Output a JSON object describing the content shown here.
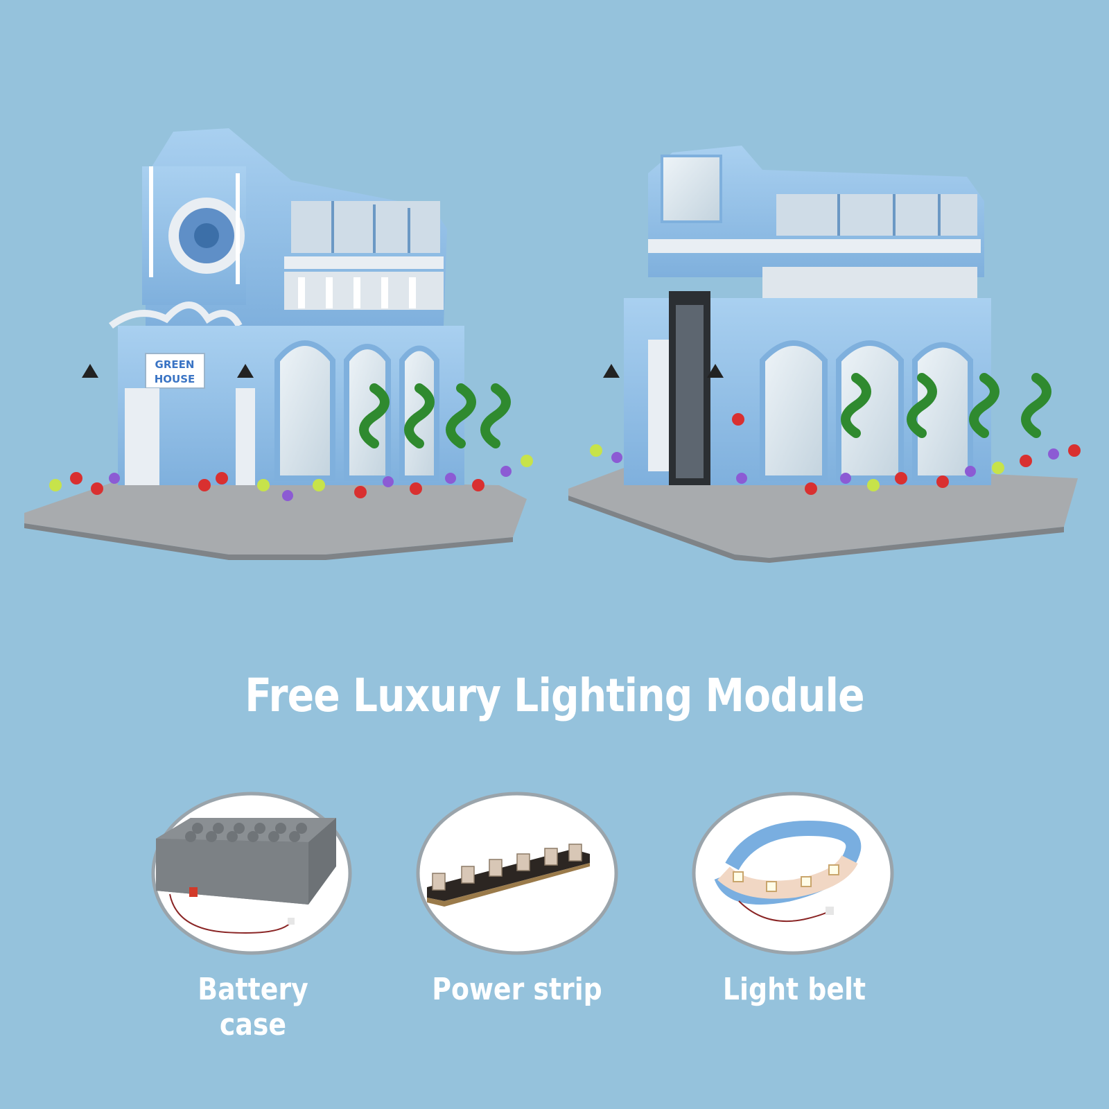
{
  "sign": {
    "line1": "GREEN",
    "line2": "HOUSE"
  },
  "headline": "Free Luxury Lighting Module",
  "modules": [
    {
      "label": "Battery case",
      "icon": "battery-case-icon"
    },
    {
      "label": "Power strip",
      "icon": "power-strip-icon"
    },
    {
      "label": "Light belt",
      "icon": "light-belt-icon"
    }
  ],
  "colors": {
    "background": "#95c2dc",
    "building": "#8fbde6",
    "trim": "#e9eef3",
    "baseplate": "#a8abae",
    "text": "#ffffff"
  }
}
